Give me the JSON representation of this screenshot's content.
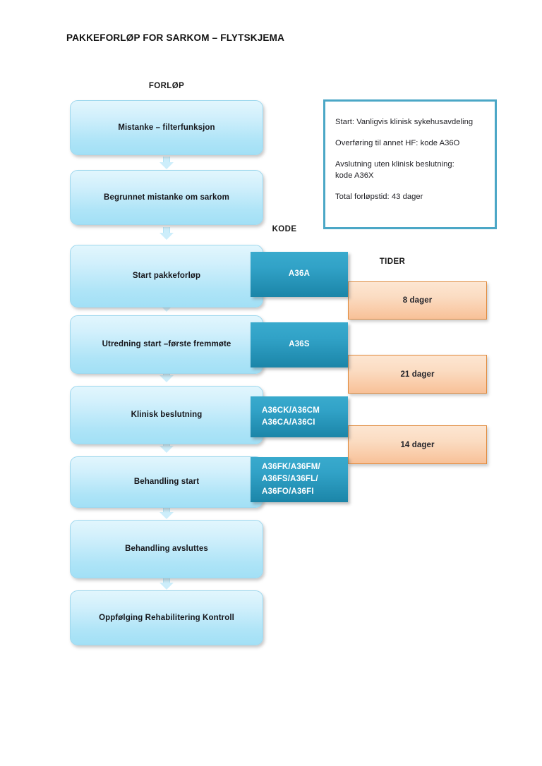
{
  "document": {
    "title": "PAKKEFORLØP FOR SARKOM – FLYTSKJEMA"
  },
  "columns": {
    "flow_header": "FORLØP",
    "code_header": "KODE",
    "time_header": "TIDER"
  },
  "flow_steps": [
    {
      "label": "Mistanke – filterfunksjon"
    },
    {
      "label": "Begrunnet mistanke om sarkom"
    },
    {
      "label": "Start pakkeforløp"
    },
    {
      "label": "Utredning start –første fremmøte"
    },
    {
      "label": "Klinisk beslutning"
    },
    {
      "label": "Behandling start"
    },
    {
      "label": "Behandling avsluttes"
    },
    {
      "label": "Oppfølging\nRehabilitering\nKontroll"
    }
  ],
  "codes": [
    {
      "label": "A36A"
    },
    {
      "label": "A36S"
    },
    {
      "label": "A36CK/A36CM\nA36CA/A36CI"
    },
    {
      "label": "A36FK/A36FM/\nA36FS/A36FL/\nA36FO/A36FI"
    }
  ],
  "times": [
    {
      "label": "8 dager"
    },
    {
      "label": "21 dager"
    },
    {
      "label": "14 dager"
    }
  ],
  "info_box": {
    "lines": [
      "Start: Vanligvis klinisk sykehusavdeling",
      "Overføring til annet HF: kode A36O",
      "Avslutning uten klinisk beslutning:\nkode A36X",
      "Total forløpstid: 43 dager"
    ]
  },
  "colors": {
    "flow_box_light": "#e2f6fd",
    "flow_box_dark": "#a2e0f6",
    "code_box_light": "#39aacd",
    "code_box_dark": "#1b85a8",
    "time_box_light": "#fde6d2",
    "time_box_dark": "#f8c198",
    "time_box_border": "#e08a3c",
    "info_box_border": "#4ba7c6",
    "text": "#1a1a1a"
  }
}
